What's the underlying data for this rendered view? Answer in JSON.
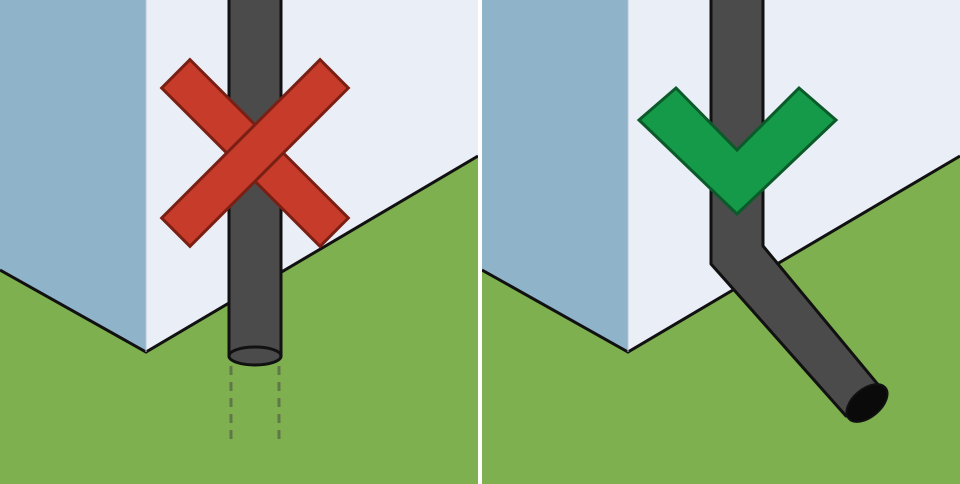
{
  "panels": [
    {
      "id": "wrong",
      "verdict": "incorrect",
      "mark_icon": "cross-icon",
      "downspout": "straight-down-into-ground",
      "water_flow": "into-foundation"
    },
    {
      "id": "right",
      "verdict": "correct",
      "mark_icon": "check-icon",
      "downspout": "angled-away-from-house",
      "water_flow": "away-from-foundation"
    }
  ],
  "colors": {
    "grass": "#7eb04f",
    "wall_side": "#8fb3c9",
    "wall_front": "#eaeef6",
    "pipe": "#4b4b4b",
    "pipe_opening": "#0a0a0a",
    "cross": "#c73b2a",
    "cross_outline": "#7a1f14",
    "check": "#149a49",
    "check_outline": "#0b5a2a",
    "outline": "#111111"
  }
}
